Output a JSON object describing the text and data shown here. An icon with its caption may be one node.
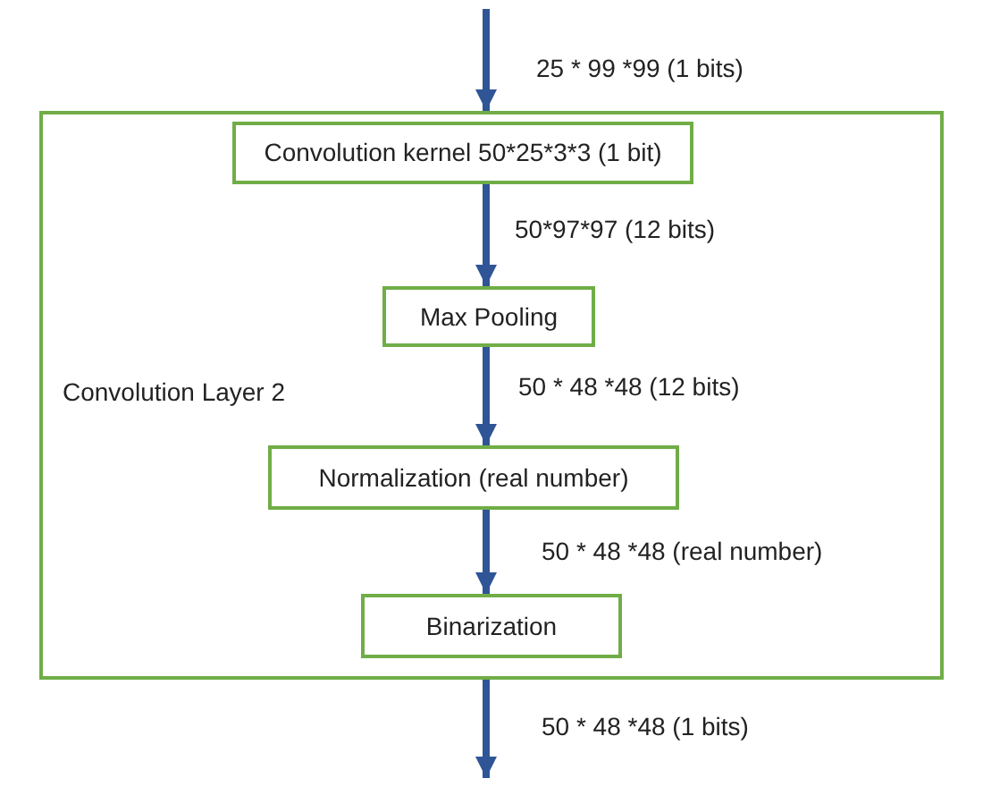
{
  "diagram": {
    "nodes": [
      {
        "text": [
          "Convolution Layer 2"
        ]
      },
      {
        "text": [
          "Convolution kernel 50*25*3*3 (1 bit)"
        ],
        "in": 0
      },
      {
        "text": [
          "Max Pooling"
        ],
        "in": 0
      },
      {
        "text": [
          "Normalization (real number)"
        ],
        "in": 0
      },
      {
        "text": [
          "Binarization"
        ],
        "in": 0
      }
    ],
    "edges": [
      {
        "from": null,
        "to": 0,
        "arrow": "to",
        "label": "25 * 99 *99 (1 bits)"
      },
      {
        "from": 1,
        "to": 2,
        "arrow": "to",
        "label": "50*97*97 (12 bits)"
      },
      {
        "from": 2,
        "to": 3,
        "arrow": "to",
        "label": "50 * 48 *48 (12 bits)"
      },
      {
        "from": 3,
        "to": 4,
        "arrow": "to",
        "label": "50 * 48 *48 (real number)"
      },
      {
        "from": 0,
        "to": null,
        "arrow": "to",
        "label": "50 * 48 *48 (1 bits)"
      }
    ]
  }
}
